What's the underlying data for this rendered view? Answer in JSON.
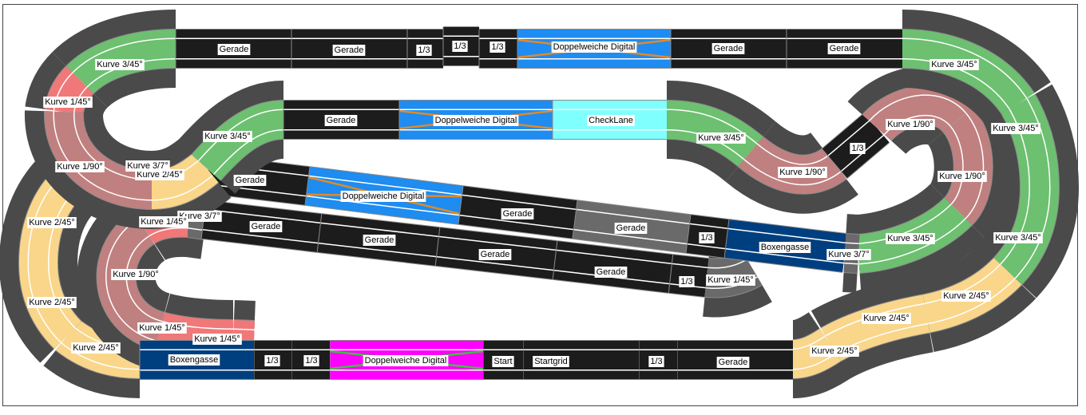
{
  "colors": {
    "shoulder": "#4a4a4a",
    "edge": "#8a8a8a",
    "green": "#6cc070",
    "yellow": "#f9d68a",
    "brown": "#c08080",
    "pink": "#f07878",
    "blue": "#1e8cf0",
    "darkblue": "#003f7f",
    "cyan": "#80ffff",
    "magenta": "#ff00ff",
    "black": "#1c1c1c",
    "gray": "#6a6a6a",
    "switch_x_blue": "#e08a2a",
    "switch_x_magenta": "#40c040"
  },
  "pieces": [
    {
      "label": "Kurve 2/45°",
      "color": "yellow",
      "kind": "curve"
    },
    {
      "label": "Kurve 2/45°",
      "color": "yellow",
      "kind": "curve"
    },
    {
      "label": "Kurve 2/45°",
      "color": "yellow",
      "kind": "curve"
    },
    {
      "label": "Kurve 3/7°",
      "color": "gray",
      "kind": "curve"
    },
    {
      "label": "Kurve 1/45°",
      "color": "pink",
      "kind": "curve"
    },
    {
      "label": "Kurve 1/90°",
      "color": "brown",
      "kind": "curve"
    },
    {
      "label": "Kurve 1/45°",
      "color": "pink",
      "kind": "curve"
    },
    {
      "label": "Kurve 1/45°",
      "color": "pink",
      "kind": "curve"
    },
    {
      "label": "Gerade",
      "color": "black",
      "kind": "straight"
    },
    {
      "label": "Gerade",
      "color": "black",
      "kind": "straight"
    },
    {
      "label": "Gerade",
      "color": "black",
      "kind": "straight"
    },
    {
      "label": "Gerade",
      "color": "black",
      "kind": "straight"
    },
    {
      "label": "1/3",
      "color": "black",
      "kind": "straight"
    },
    {
      "label": "Kurve 1/45°",
      "color": "gray",
      "kind": "curve"
    },
    {
      "label": "Gerade",
      "color": "black",
      "kind": "straight"
    },
    {
      "label": "Doppelweiche Digital",
      "color": "blue",
      "kind": "switch"
    },
    {
      "label": "Gerade",
      "color": "black",
      "kind": "straight"
    },
    {
      "label": "Gerade",
      "color": "gray",
      "kind": "straight"
    },
    {
      "label": "1/3",
      "color": "black",
      "kind": "straight"
    },
    {
      "label": "Boxengasse",
      "color": "darkblue",
      "kind": "straight"
    },
    {
      "label": "Kurve 3/45°",
      "color": "green",
      "kind": "curve"
    },
    {
      "label": "Kurve 1/45°",
      "color": "pink",
      "kind": "curve"
    },
    {
      "label": "Kurve 1/90°",
      "color": "brown",
      "kind": "curve"
    },
    {
      "label": "Kurve 2/45°",
      "color": "yellow",
      "kind": "curve"
    },
    {
      "label": "Kurve 3/45°",
      "color": "green",
      "kind": "curve"
    },
    {
      "label": "Gerade",
      "color": "black",
      "kind": "straight"
    },
    {
      "label": "Doppelweiche Digital",
      "color": "blue",
      "kind": "switch"
    },
    {
      "label": "CheckLane",
      "color": "cyan",
      "kind": "straight"
    },
    {
      "label": "Gerade",
      "color": "black",
      "kind": "straight"
    },
    {
      "label": "Gerade",
      "color": "black",
      "kind": "straight"
    },
    {
      "label": "1/3",
      "color": "black",
      "kind": "straight"
    },
    {
      "label": "1/3",
      "color": "black",
      "kind": "straight"
    },
    {
      "label": "1/3",
      "color": "black",
      "kind": "straight"
    },
    {
      "label": "Doppelweiche Digital",
      "color": "blue",
      "kind": "switch"
    },
    {
      "label": "Gerade",
      "color": "black",
      "kind": "straight"
    },
    {
      "label": "Gerade",
      "color": "black",
      "kind": "straight"
    },
    {
      "label": "Kurve 3/45°",
      "color": "green",
      "kind": "curve"
    },
    {
      "label": "Kurve 1/90°",
      "color": "brown",
      "kind": "curve"
    },
    {
      "label": "1/3",
      "color": "black",
      "kind": "straight"
    },
    {
      "label": "Kurve 1/90°",
      "color": "brown",
      "kind": "curve"
    },
    {
      "label": "Kurve 1/90°",
      "color": "brown",
      "kind": "curve"
    },
    {
      "label": "Kurve 3/45°",
      "color": "green",
      "kind": "curve"
    },
    {
      "label": "Kurve 3/7°",
      "color": "gray",
      "kind": "curve"
    },
    {
      "label": "Kurve 3/45°",
      "color": "green",
      "kind": "curve"
    },
    {
      "label": "Kurve 3/45°",
      "color": "green",
      "kind": "curve"
    },
    {
      "label": "Kurve 3/45°",
      "color": "green",
      "kind": "curve"
    },
    {
      "label": "Kurve 2/45°",
      "color": "yellow",
      "kind": "curve"
    },
    {
      "label": "Kurve 2/45°",
      "color": "yellow",
      "kind": "curve"
    },
    {
      "label": "Kurve 2/45°",
      "color": "yellow",
      "kind": "curve"
    },
    {
      "label": "Gerade",
      "color": "black",
      "kind": "straight"
    },
    {
      "label": "1/3",
      "color": "black",
      "kind": "straight"
    },
    {
      "label": "Startgrid",
      "color": "black",
      "kind": "straight"
    },
    {
      "label": "Start",
      "color": "black",
      "kind": "straight"
    },
    {
      "label": "Doppelweiche Digital",
      "color": "magenta",
      "kind": "switch"
    },
    {
      "label": "1/3",
      "color": "black",
      "kind": "straight"
    },
    {
      "label": "1/3",
      "color": "black",
      "kind": "straight"
    },
    {
      "label": "Boxengasse",
      "color": "darkblue",
      "kind": "straight"
    },
    {
      "label": "Kurve 3/7°",
      "color": "yellow",
      "kind": "label"
    }
  ]
}
